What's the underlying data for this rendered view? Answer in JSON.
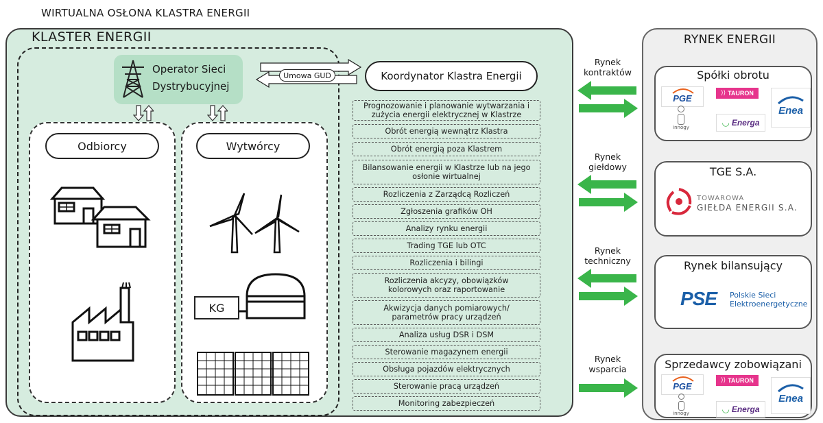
{
  "diagram_title": "WIRTUALNA OSŁONA KLASTRA ENERGII",
  "cluster": {
    "title": "KLASTER ENERGII",
    "operator": [
      "Operator Sieci",
      "Dystrybucyjnej"
    ],
    "agreement": "Umowa GUD",
    "coordinator": "Koordynator Klastra Energii",
    "consumers": "Odbiorcy",
    "producers": "Wytwórcy",
    "kg": "KG",
    "functions": [
      "Prognozowanie i planowanie wytwarzania i zużycia energii elektrycznej w Klastrze",
      "Obrót energią wewnątrz Klastra",
      "Obrót energią poza Klastrem",
      "Bilansowanie energii w Klastrze lub na jego osłonie wirtualnej",
      "Rozliczenia z Zarządcą Rozliczeń",
      "Zgłoszenia grafików OH",
      "Analizy rynku energii",
      "Trading TGE lub OTC",
      "Rozliczenia i bilingi",
      "Rozliczenia akcyzy, obowiązków kolorowych oraz raportowanie",
      "Akwizycja danych pomiarowych/ parametrów pracy urządzeń",
      "Analiza usług DSR i DSM",
      "Sterowanie magazynem energii",
      "Obsługa pojazdów elektrycznych",
      "Sterowanie pracą urządzeń",
      "Monitoring zabezpieczeń"
    ]
  },
  "market": {
    "title": "RYNEK ENERGII",
    "links": [
      {
        "line1": "Rynek",
        "line2": "kontraktów"
      },
      {
        "line1": "Rynek",
        "line2": "giełdowy"
      },
      {
        "line1": "Rynek",
        "line2": "techniczny"
      },
      {
        "line1": "Rynek",
        "line2": "wsparcia"
      }
    ],
    "boxes": [
      {
        "title": "Spółki obrotu"
      },
      {
        "title": "TGE S.A.",
        "logo_line1": "TOWAROWA",
        "logo_line2": "GIEŁDA ENERGII S.A."
      },
      {
        "title": "Rynek bilansujący",
        "logo_mark": "PSE",
        "logo_line1": "Polskie Sieci",
        "logo_line2": "Elektroenergetyczne"
      },
      {
        "title": "Sprzedawcy zobowiązani"
      }
    ],
    "logos": {
      "pge": "PGE",
      "tauron": "TAURON",
      "enea": "Enea",
      "energa": "Energa",
      "innogy": "innogy"
    }
  },
  "colors": {
    "cluster_bg": "#d6ecdf",
    "arrow_green": "#3ab54a",
    "pse_blue": "#1b5fa8",
    "tge_red": "#d8283c"
  }
}
